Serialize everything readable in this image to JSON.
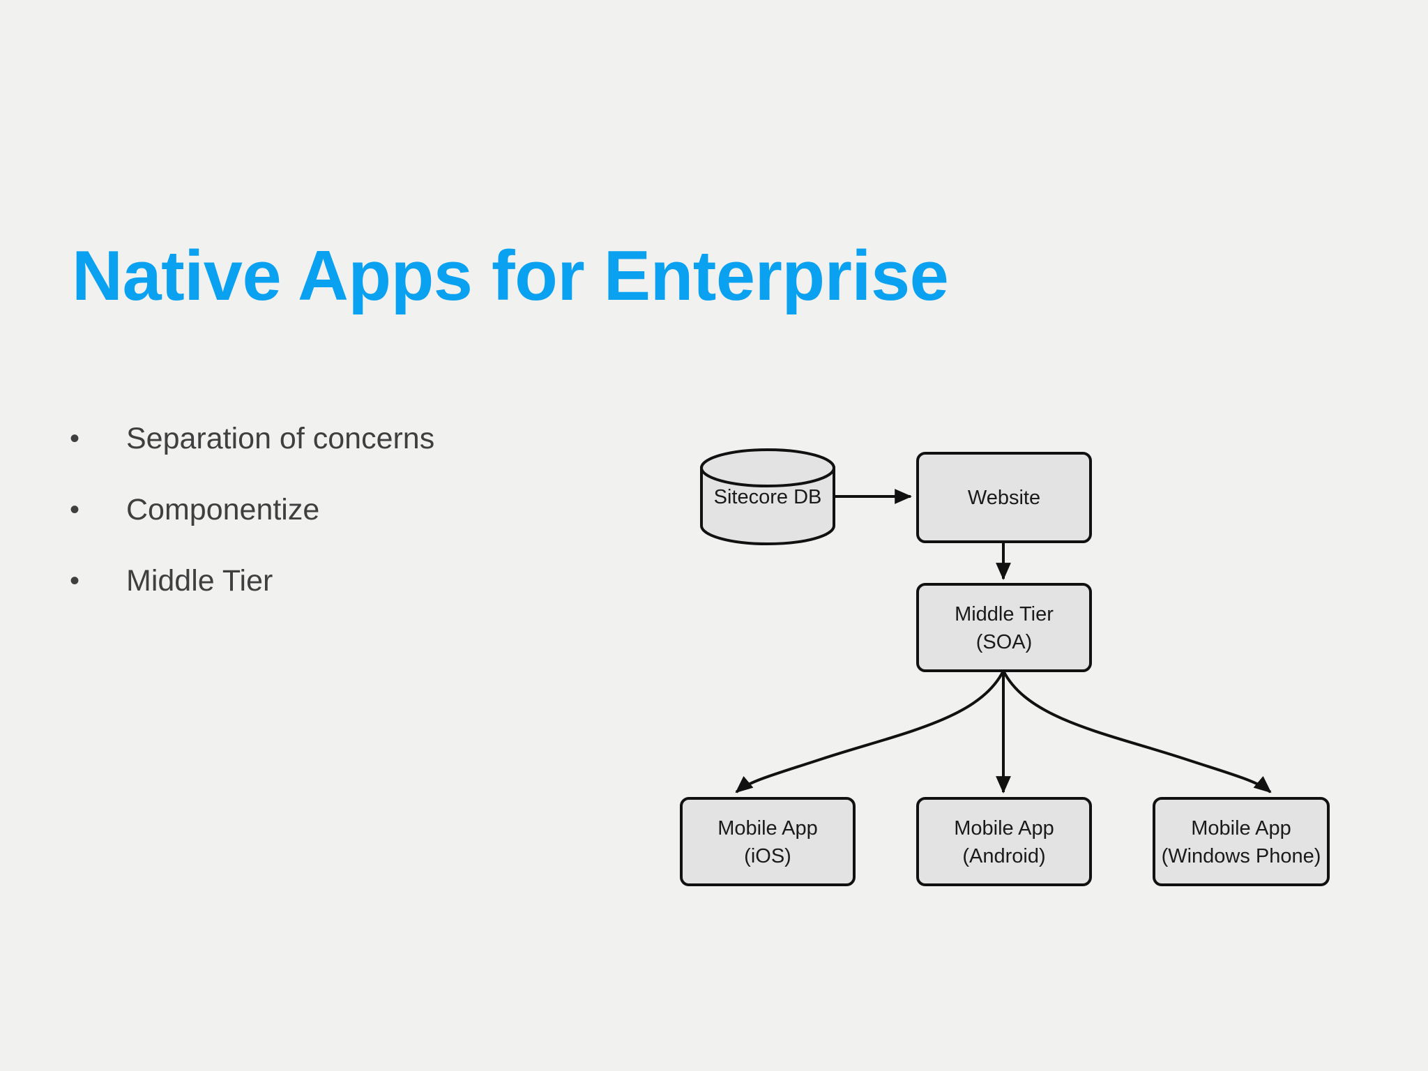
{
  "slide": {
    "background_color": "#f1f1f0",
    "title": "Native Apps for Enterprise",
    "title_color": "#0aa2f0"
  },
  "bullets": {
    "marker": "•",
    "text_color": "#3f3f3f",
    "items": [
      {
        "label": "Separation of concerns"
      },
      {
        "label": "Componentize"
      },
      {
        "label": "Middle Tier"
      }
    ]
  },
  "diagram": {
    "node_fill": "#e3e3e3",
    "node_stroke": "#111111",
    "nodes": {
      "database": {
        "label": "Sitecore DB",
        "shape": "cylinder"
      },
      "website": {
        "label": "Website",
        "shape": "rounded-rect"
      },
      "middle_tier": {
        "line1": "Middle Tier",
        "line2": "(SOA)",
        "shape": "rounded-rect"
      },
      "mobile_ios": {
        "line1": "Mobile App",
        "line2": "(iOS)",
        "shape": "rounded-rect"
      },
      "mobile_android": {
        "line1": "Mobile App",
        "line2": "(Android)",
        "shape": "rounded-rect"
      },
      "mobile_windows": {
        "line1": "Mobile App",
        "line2": "(Windows Phone)",
        "shape": "rounded-rect"
      }
    },
    "edges": [
      {
        "from": "database",
        "to": "website",
        "style": "straight-horizontal"
      },
      {
        "from": "website",
        "to": "middle_tier",
        "style": "straight-vertical"
      },
      {
        "from": "middle_tier",
        "to": "mobile_ios",
        "style": "curved"
      },
      {
        "from": "middle_tier",
        "to": "mobile_android",
        "style": "straight-vertical"
      },
      {
        "from": "middle_tier",
        "to": "mobile_windows",
        "style": "curved"
      }
    ]
  }
}
